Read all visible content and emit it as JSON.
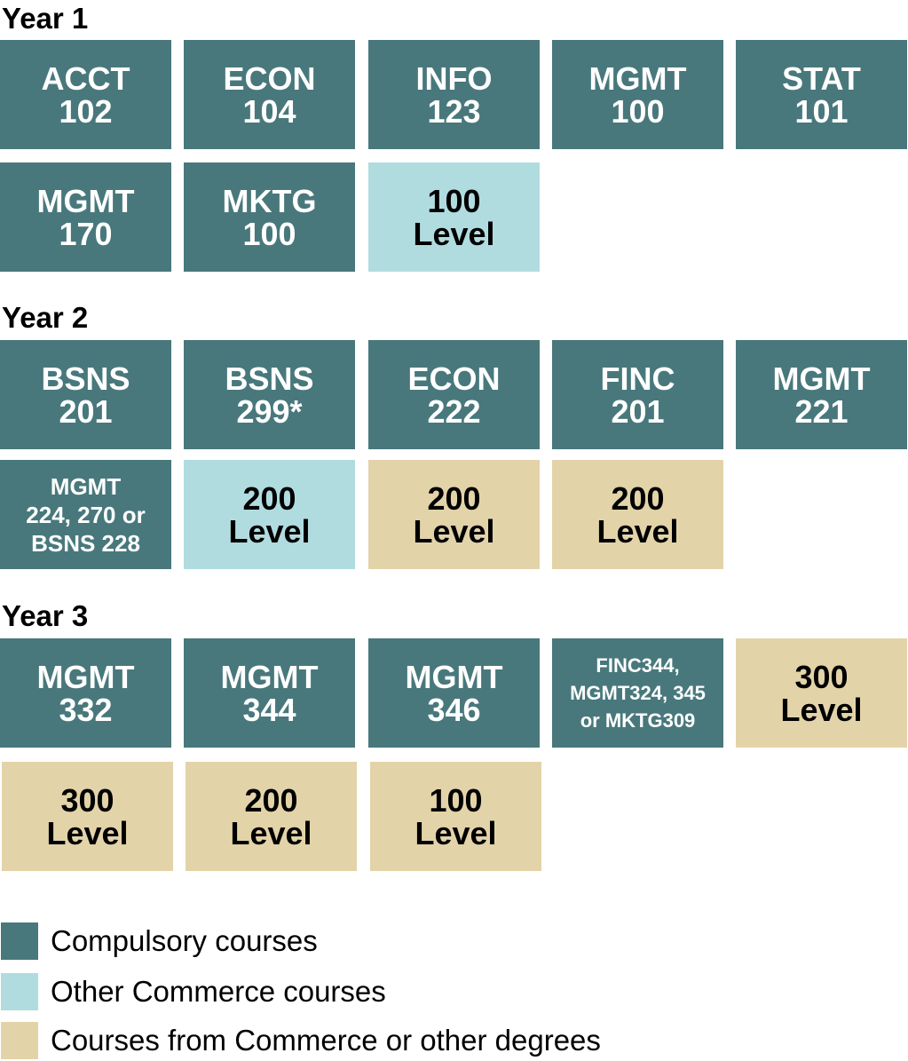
{
  "years": [
    {
      "title": "Year 1",
      "courses": [
        "ACCT\n102",
        "ECON\n104",
        "INFO\n123",
        "MGMT\n100",
        "STAT\n101",
        "MGMT\n170",
        "MKTG\n100",
        "100\nLevel"
      ]
    },
    {
      "title": "Year 2",
      "courses": [
        "BSNS\n201",
        "BSNS\n299*",
        "ECON\n222",
        "FINC\n201",
        "MGMT\n221",
        "MGMT\n224, 270 or\nBSNS 228",
        "200\nLevel",
        "200\nLevel",
        "200\nLevel"
      ]
    },
    {
      "title": "Year 3",
      "courses": [
        "MGMT\n332",
        "MGMT\n344",
        "MGMT\n346",
        "FINC344,\nMGMT324, 345\nor MKTG309",
        "300\nLevel",
        "300\nLevel",
        "200\nLevel",
        "100\nLevel"
      ]
    }
  ],
  "legend": [
    {
      "label": "Compulsory courses",
      "color": "#48787c"
    },
    {
      "label": "Other Commerce courses",
      "color": "#b0dce0"
    },
    {
      "label": "Courses from Commerce or other degrees",
      "color": "#e3d3a8"
    }
  ]
}
